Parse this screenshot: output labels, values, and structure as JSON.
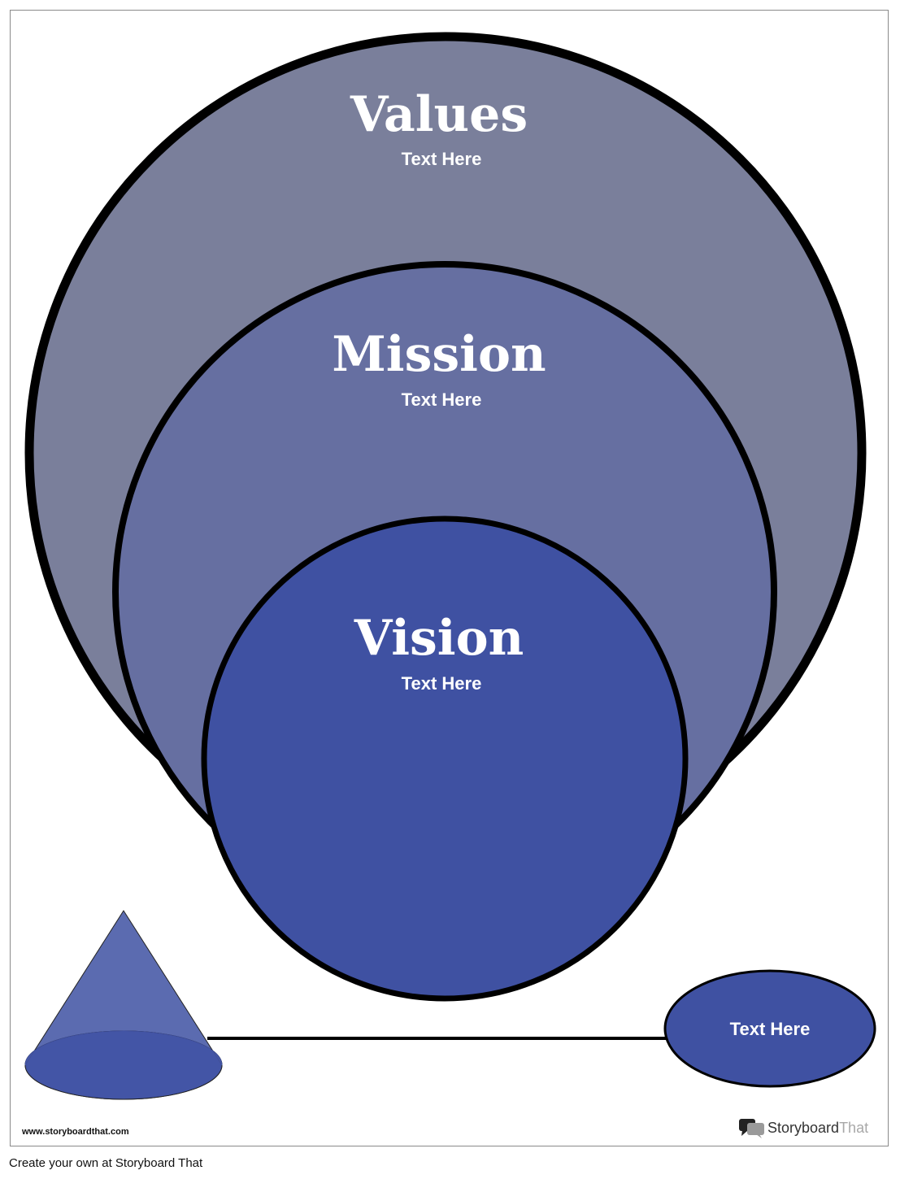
{
  "circles": {
    "values": {
      "title": "Values",
      "text": "Text Here"
    },
    "mission": {
      "title": "Mission",
      "text": "Text Here"
    },
    "vision": {
      "title": "Vision",
      "text": "Text Here"
    }
  },
  "node": {
    "text": "Text Here"
  },
  "colors": {
    "values_fill": "#7a7f9b",
    "mission_fill": "#666fa1",
    "vision_fill": "#3f51a2",
    "cone_fill": "#5b6bb0",
    "outline": "#000000"
  },
  "footer": {
    "site_url": "www.storyboardthat.com",
    "brand_name": "Storyboard",
    "brand_accent": "That",
    "create_text": "Create your own at Storyboard That"
  }
}
